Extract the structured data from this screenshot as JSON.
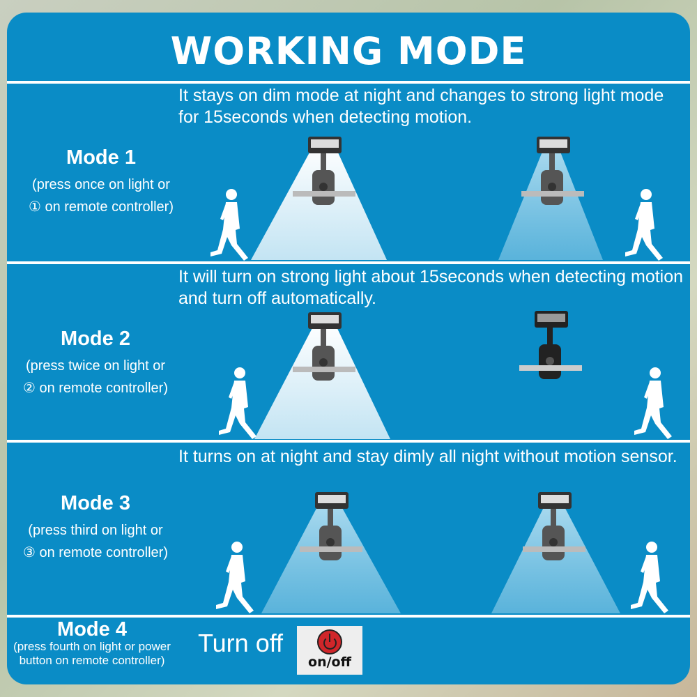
{
  "title": "WORKING MODE",
  "modes": [
    {
      "name": "Mode 1",
      "sub1": "(press once on light or",
      "sub2": "① on remote controller)",
      "desc": "It stays on dim mode at night and changes to strong light  mode for 15seconds when detecting motion."
    },
    {
      "name": "Mode 2",
      "sub1": "(press twice on light or",
      "sub2": "② on remote controller)",
      "desc": "It will turn on strong light about 15seconds when detecting motion and turn off automatically."
    },
    {
      "name": "Mode 3",
      "sub1": "(press third on light or",
      "sub2": "③ on remote controller)",
      "desc": "It turns on at night and stay dimly all night without motion sensor."
    },
    {
      "name": "Mode 4",
      "sub1": "(press fourth on light or power",
      "sub2": "button on remote controller)",
      "action": "Turn off"
    }
  ],
  "power_button": {
    "label": "on/off",
    "color": "#d0262a",
    "icon": "power-icon"
  },
  "colors": {
    "panel": "#0a8cc6"
  }
}
